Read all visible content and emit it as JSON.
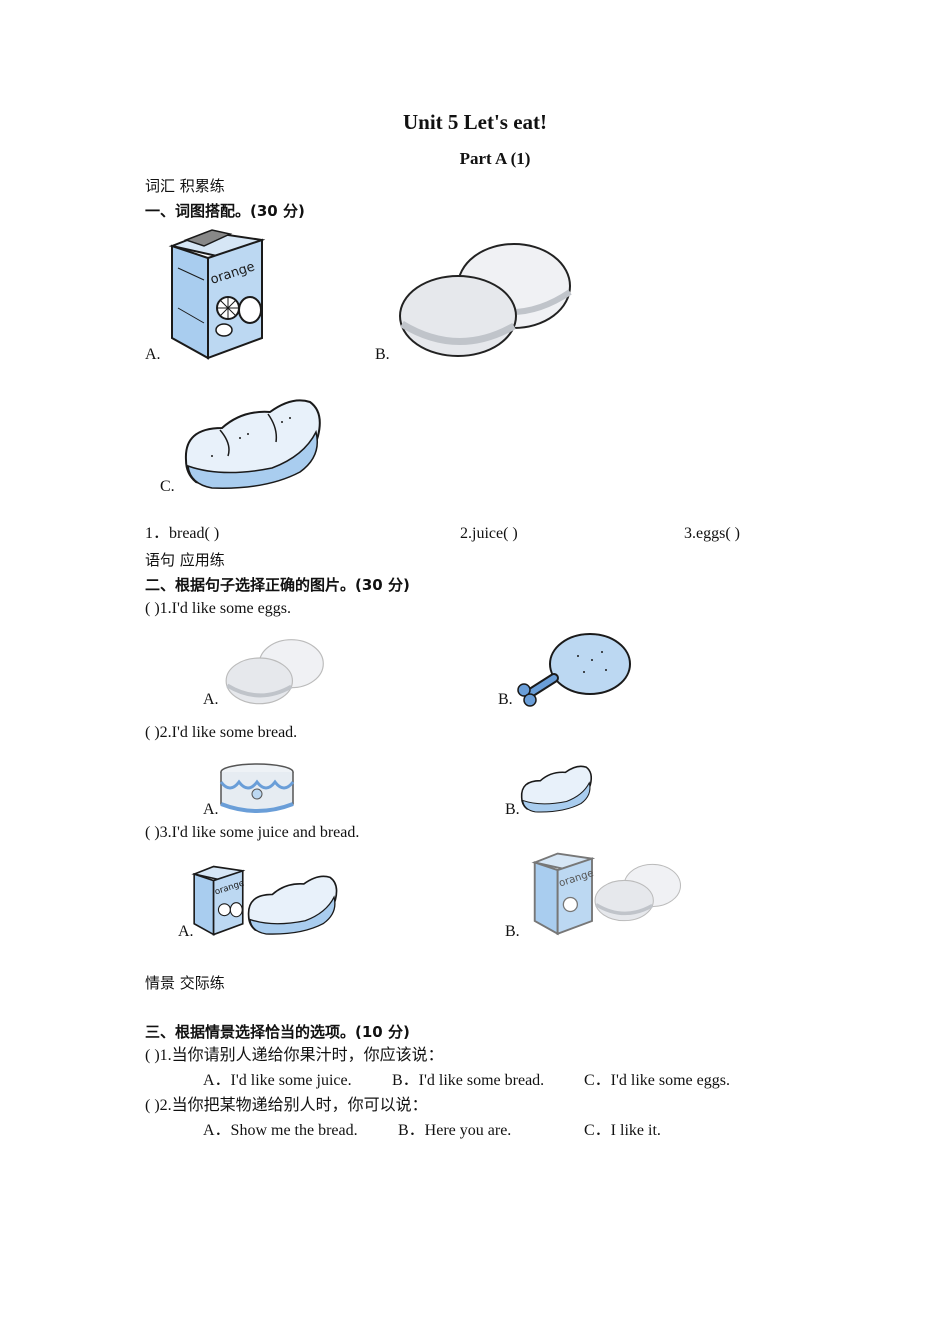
{
  "title": "Unit 5    Let's eat!",
  "subtitle": "Part A (1)",
  "sections": {
    "vocab": {
      "category": "词汇  积累练",
      "heading": "一、词图搭配。(30 分)",
      "labels": [
        "A.",
        "B.",
        "C."
      ],
      "items": [
        "1．bread(        )",
        "2.juice(        )",
        "3.eggs(        )"
      ]
    },
    "sentence": {
      "category": "语句  应用练",
      "heading": "二、根据句子选择正确的图片。(30 分)",
      "q1": {
        "text": "(        )1.I'd like some eggs.",
        "a": "A.",
        "b": "B."
      },
      "q2": {
        "text": "(        )2.I'd like some bread.",
        "a": "A.",
        "b": "B."
      },
      "q3": {
        "text": "(        )3.I'd like some juice and bread.",
        "a": "A.",
        "b": "B."
      }
    },
    "situation": {
      "category": "情景  交际练",
      "heading": "三、根据情景选择恰当的选项。(10 分)",
      "q1": {
        "text": "(        )1.当你请别人递给你果汁时，你应该说：",
        "options": [
          "A．I'd like some juice.",
          "B．I'd like some bread.",
          "C．I'd like some eggs."
        ]
      },
      "q2": {
        "text": "(        )2.当你把某物递给别人时，你可以说：",
        "options": [
          "A．Show me the bread.",
          "B．Here you are.",
          "C．I like it."
        ]
      }
    }
  },
  "images": {
    "juice_box_label": "orange",
    "icons": [
      "juice-box-icon",
      "eggs-icon",
      "bread-icon",
      "chicken-leg-icon",
      "cake-icon"
    ]
  },
  "colors": {
    "fill_blue": "#bcd8f2",
    "egg_fill": "#e6e8ec",
    "outline": "#1a1a1a"
  }
}
